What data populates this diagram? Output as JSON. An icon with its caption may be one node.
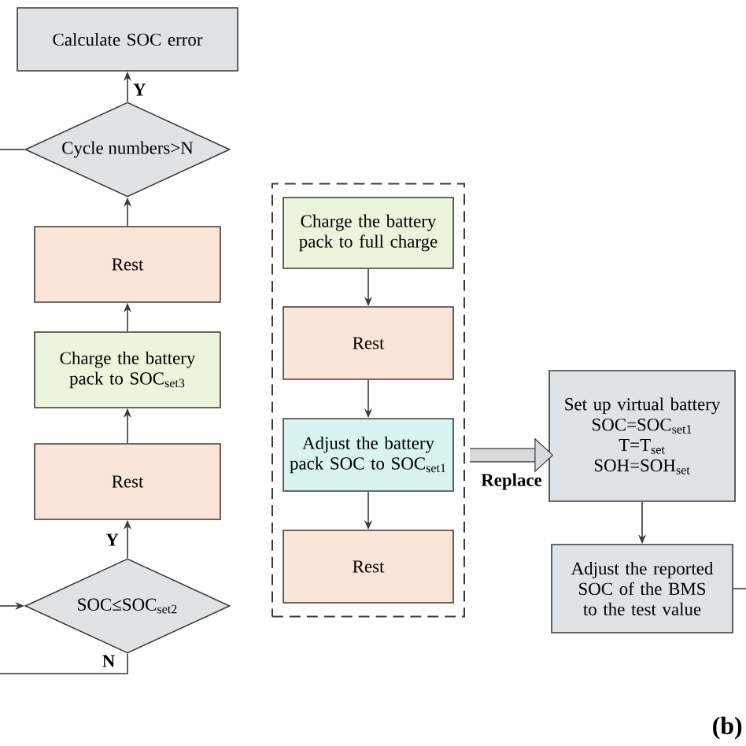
{
  "diagram": {
    "nodes": [
      {
        "text": [
          "Calculate SOC error"
        ]
      },
      {
        "text": [
          "Cycle numbers>N"
        ]
      },
      {
        "text": [
          "Rest"
        ]
      },
      {
        "text": [
          "Charge the battery pack to SOC$_{set3}$"
        ]
      },
      {
        "text": [
          "Rest"
        ]
      },
      {
        "text": [
          "SOC≤SOC$_{set2}$"
        ]
      },
      {
        "text": [],
        "shape": "box"
      },
      {
        "text": [
          "Charge the battery pack to full charge"
        ],
        "in": 6
      },
      {
        "text": [
          "Rest"
        ],
        "in": 6
      },
      {
        "text": [
          "Adjust the battery pack SOC to SOC$_{set1}$"
        ],
        "in": 6
      },
      {
        "text": [
          "Rest"
        ],
        "in": 6
      },
      {
        "text": [
          "Set up virtual battery",
          "SOC=SOC$_{set1}$",
          "T=T$_{set}$",
          "SOH=SOH$_{set}$"
        ]
      },
      {
        "text": [
          "Adjust the reported SOC of the BMS to the test value"
        ]
      }
    ],
    "edges": [
      {
        "from": 1,
        "to": 0,
        "arrow": "to",
        "label": "Y"
      },
      {
        "from": 2,
        "to": 1,
        "arrow": "to"
      },
      {
        "from": 3,
        "to": 2,
        "arrow": "to"
      },
      {
        "from": 4,
        "to": 3,
        "arrow": "to"
      },
      {
        "from": 5,
        "to": 4,
        "arrow": "to",
        "label": "Y"
      },
      {
        "from": 1,
        "to": null,
        "arrow": "none"
      },
      {
        "from": null,
        "to": 5,
        "arrow": "to"
      },
      {
        "from": 5,
        "to": null,
        "arrow": "none",
        "label": "N"
      },
      {
        "from": 7,
        "to": 8,
        "arrow": "to"
      },
      {
        "from": 8,
        "to": 9,
        "arrow": "to"
      },
      {
        "from": 9,
        "to": 10,
        "arrow": "to"
      },
      {
        "from": 6,
        "to": 11,
        "arrow": "to",
        "label": "Replace",
        "style": "thick"
      },
      {
        "from": 11,
        "to": 12,
        "arrow": "to"
      },
      {
        "from": 12,
        "to": null,
        "arrow": "none"
      }
    ],
    "labels": [
      "(b)"
    ]
  }
}
